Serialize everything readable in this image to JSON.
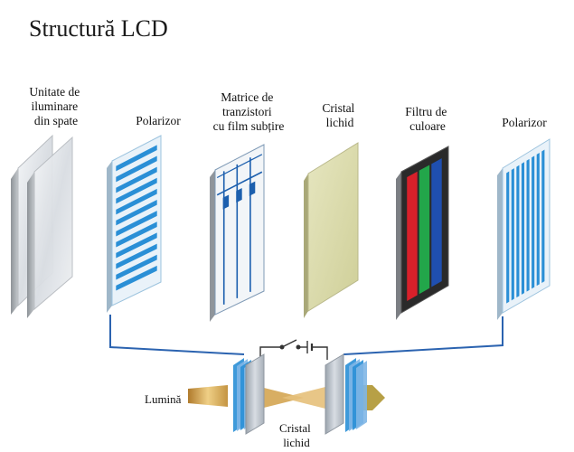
{
  "title": "Structură LCD",
  "layers": [
    {
      "name": "backlight",
      "label_lines": [
        "Unitate de",
        "iluminare",
        "din spate"
      ]
    },
    {
      "name": "polarizer-1",
      "label_lines": [
        "Polarizor"
      ]
    },
    {
      "name": "tft-matrix",
      "label_lines": [
        "Matrice de",
        "tranzistori",
        "cu film subțire"
      ]
    },
    {
      "name": "liquid-crystal",
      "label_lines": [
        "Cristal",
        "lichid"
      ]
    },
    {
      "name": "color-filter",
      "label_lines": [
        "Filtru de",
        "culoare"
      ]
    },
    {
      "name": "polarizer-2",
      "label_lines": [
        "Polarizor"
      ]
    }
  ],
  "cell": {
    "light_label": "Lumină",
    "crystal_label_lines": [
      "Cristal",
      "lichid"
    ]
  },
  "colors": {
    "polarizer_stripe": "#2a8fd6",
    "tft_line": "#1c5fae",
    "liquid_crystal": "#d8d8a8",
    "filter_red": "#d8202a",
    "filter_green": "#22a64a",
    "filter_blue": "#1f4fb0",
    "connector_line": "#2b63b0",
    "light_beam": "#d9a640"
  }
}
